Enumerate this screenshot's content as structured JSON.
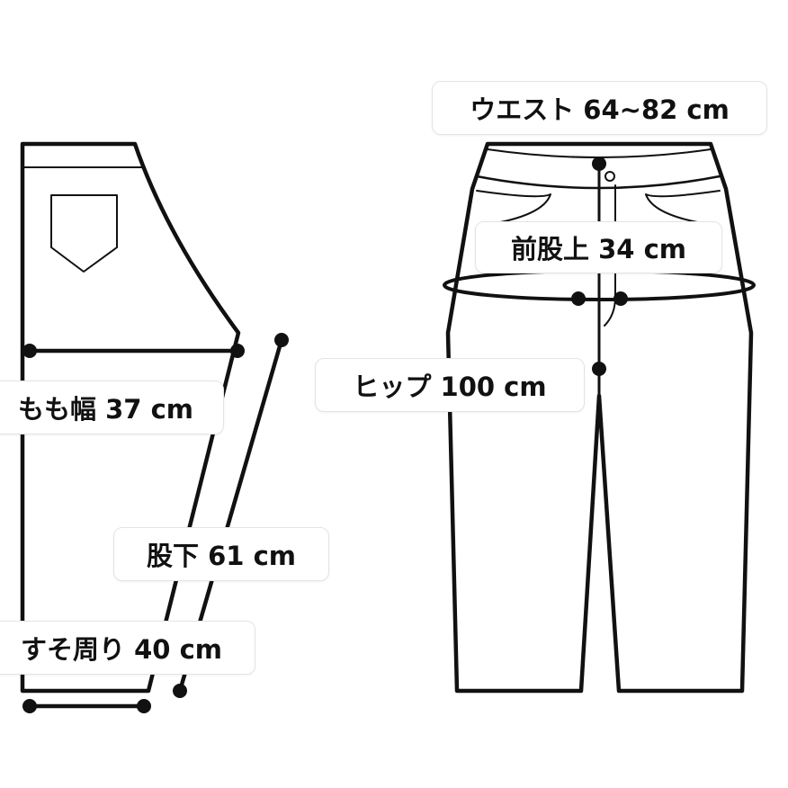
{
  "labels": {
    "waist": "ウエスト 64~82 cm",
    "front_rise": "前股上 34 cm",
    "hip": "ヒップ 100 cm",
    "thigh": "もも幅 37 cm",
    "inseam": "股下 61 cm",
    "hem": "すそ周り 40 cm"
  },
  "colors": {
    "line": "#111111",
    "label_border": "#e4e4e4",
    "background": "#ffffff"
  }
}
